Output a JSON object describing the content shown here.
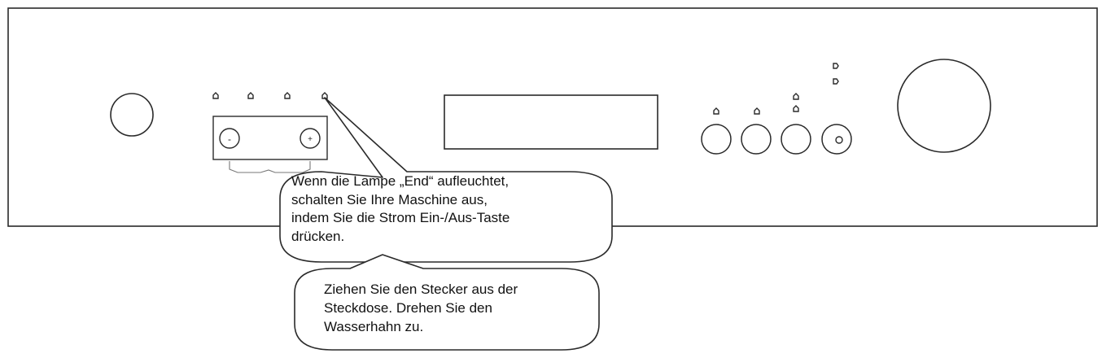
{
  "callouts": [
    {
      "id": "end-lamp-callout",
      "lines": [
        "Wenn die Lampe „End“ aufleuchtet,",
        "schalten Sie Ihre Maschine aus,",
        "indem Sie die Strom Ein-/Aus-Taste",
        "drücken."
      ]
    },
    {
      "id": "unplug-callout",
      "lines": [
        "Ziehen Sie den Stecker aus der",
        "Steckdose. Drehen Sie den",
        "Wasserhahn zu."
      ]
    }
  ],
  "button_glyphs": {
    "minus": "-",
    "plus": "+"
  },
  "colors": {
    "line": "#2a2a2a",
    "background": "#ffffff"
  }
}
